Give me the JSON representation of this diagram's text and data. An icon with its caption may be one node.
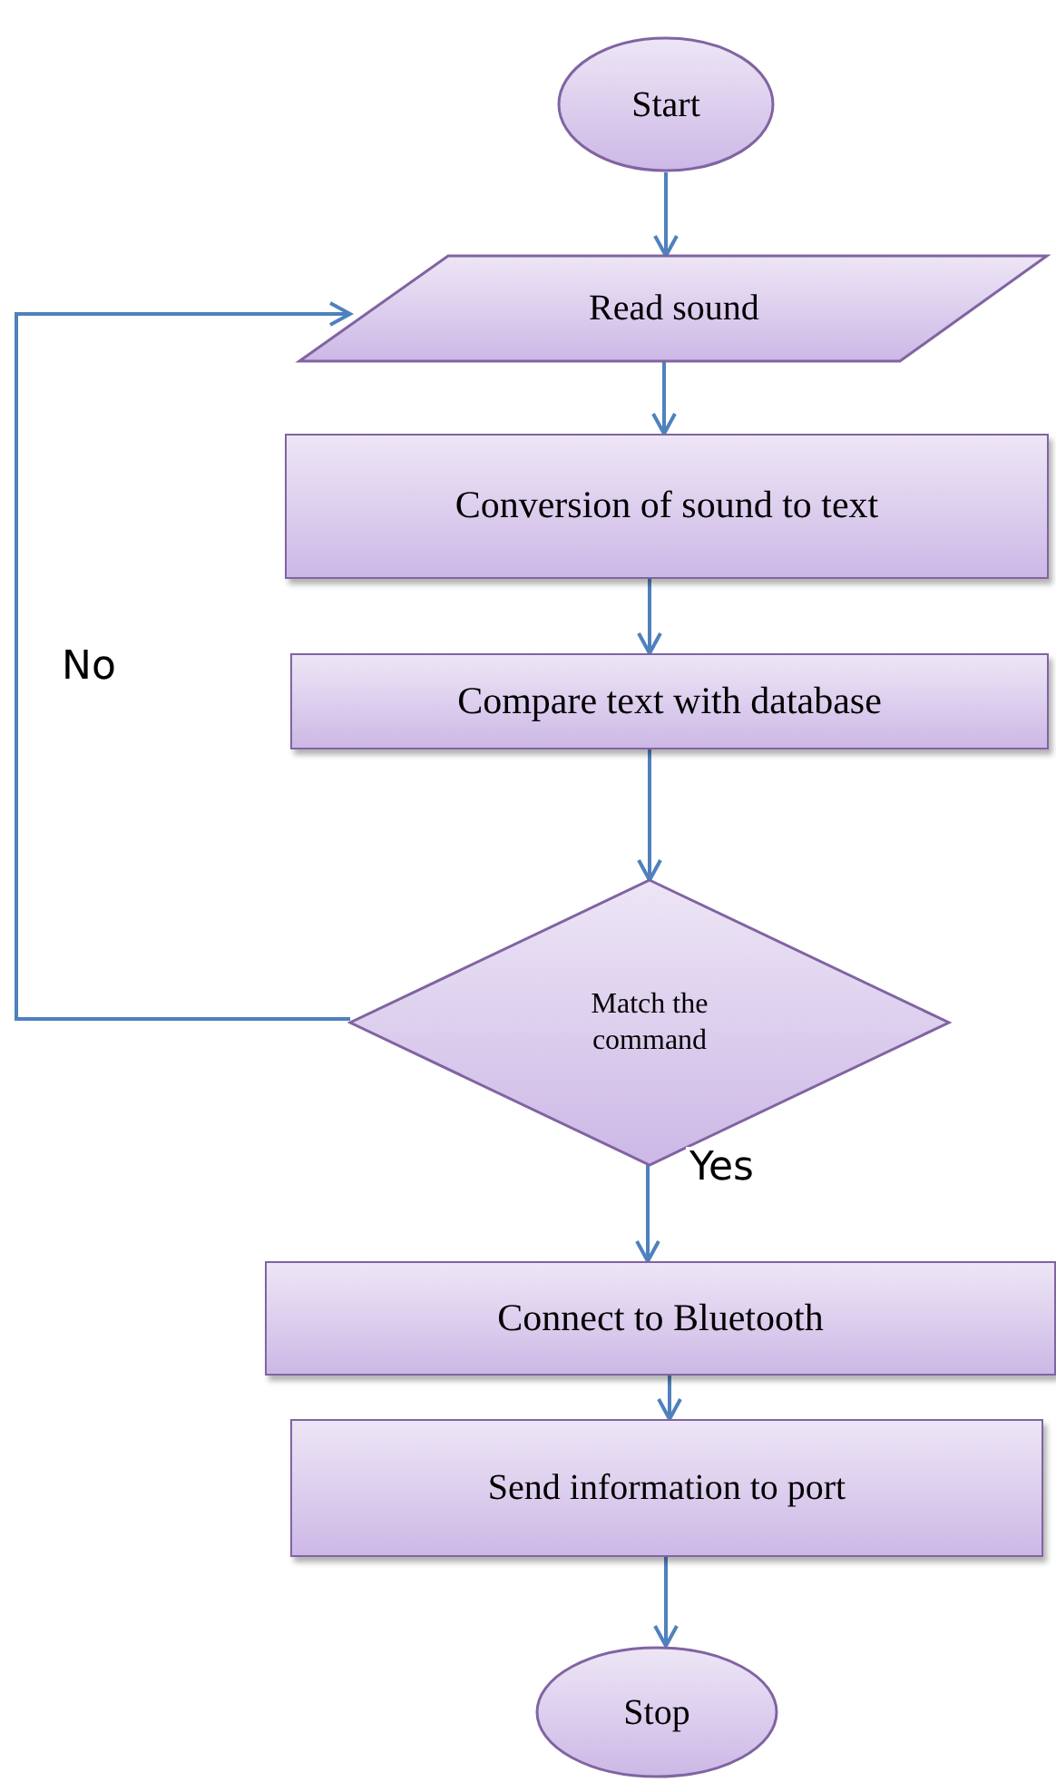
{
  "diagram": {
    "nodes": [
      {
        "text": [
          "Start"
        ]
      },
      {
        "text": [
          "Read sound"
        ]
      },
      {
        "text": [
          "Conversion of sound to text"
        ]
      },
      {
        "text": [
          "Compare text with database"
        ]
      },
      {
        "text": [
          "Match the command"
        ]
      },
      {
        "text": [
          "Connect to Bluetooth"
        ]
      },
      {
        "text": [
          "Send information to port"
        ]
      },
      {
        "text": [
          "Stop"
        ]
      }
    ],
    "edges": [
      {
        "from": 0,
        "to": 1,
        "arrow": "to"
      },
      {
        "from": 1,
        "to": 2,
        "arrow": "to"
      },
      {
        "from": 2,
        "to": 3,
        "arrow": "to"
      },
      {
        "from": 3,
        "to": 4,
        "arrow": "to"
      },
      {
        "from": 4,
        "to": 5,
        "arrow": "to",
        "label": "Yes"
      },
      {
        "from": 5,
        "to": 6,
        "arrow": "to"
      },
      {
        "from": 6,
        "to": 7,
        "arrow": "to"
      },
      {
        "from": 4,
        "to": 1,
        "arrow": "to",
        "label": "No"
      }
    ]
  }
}
